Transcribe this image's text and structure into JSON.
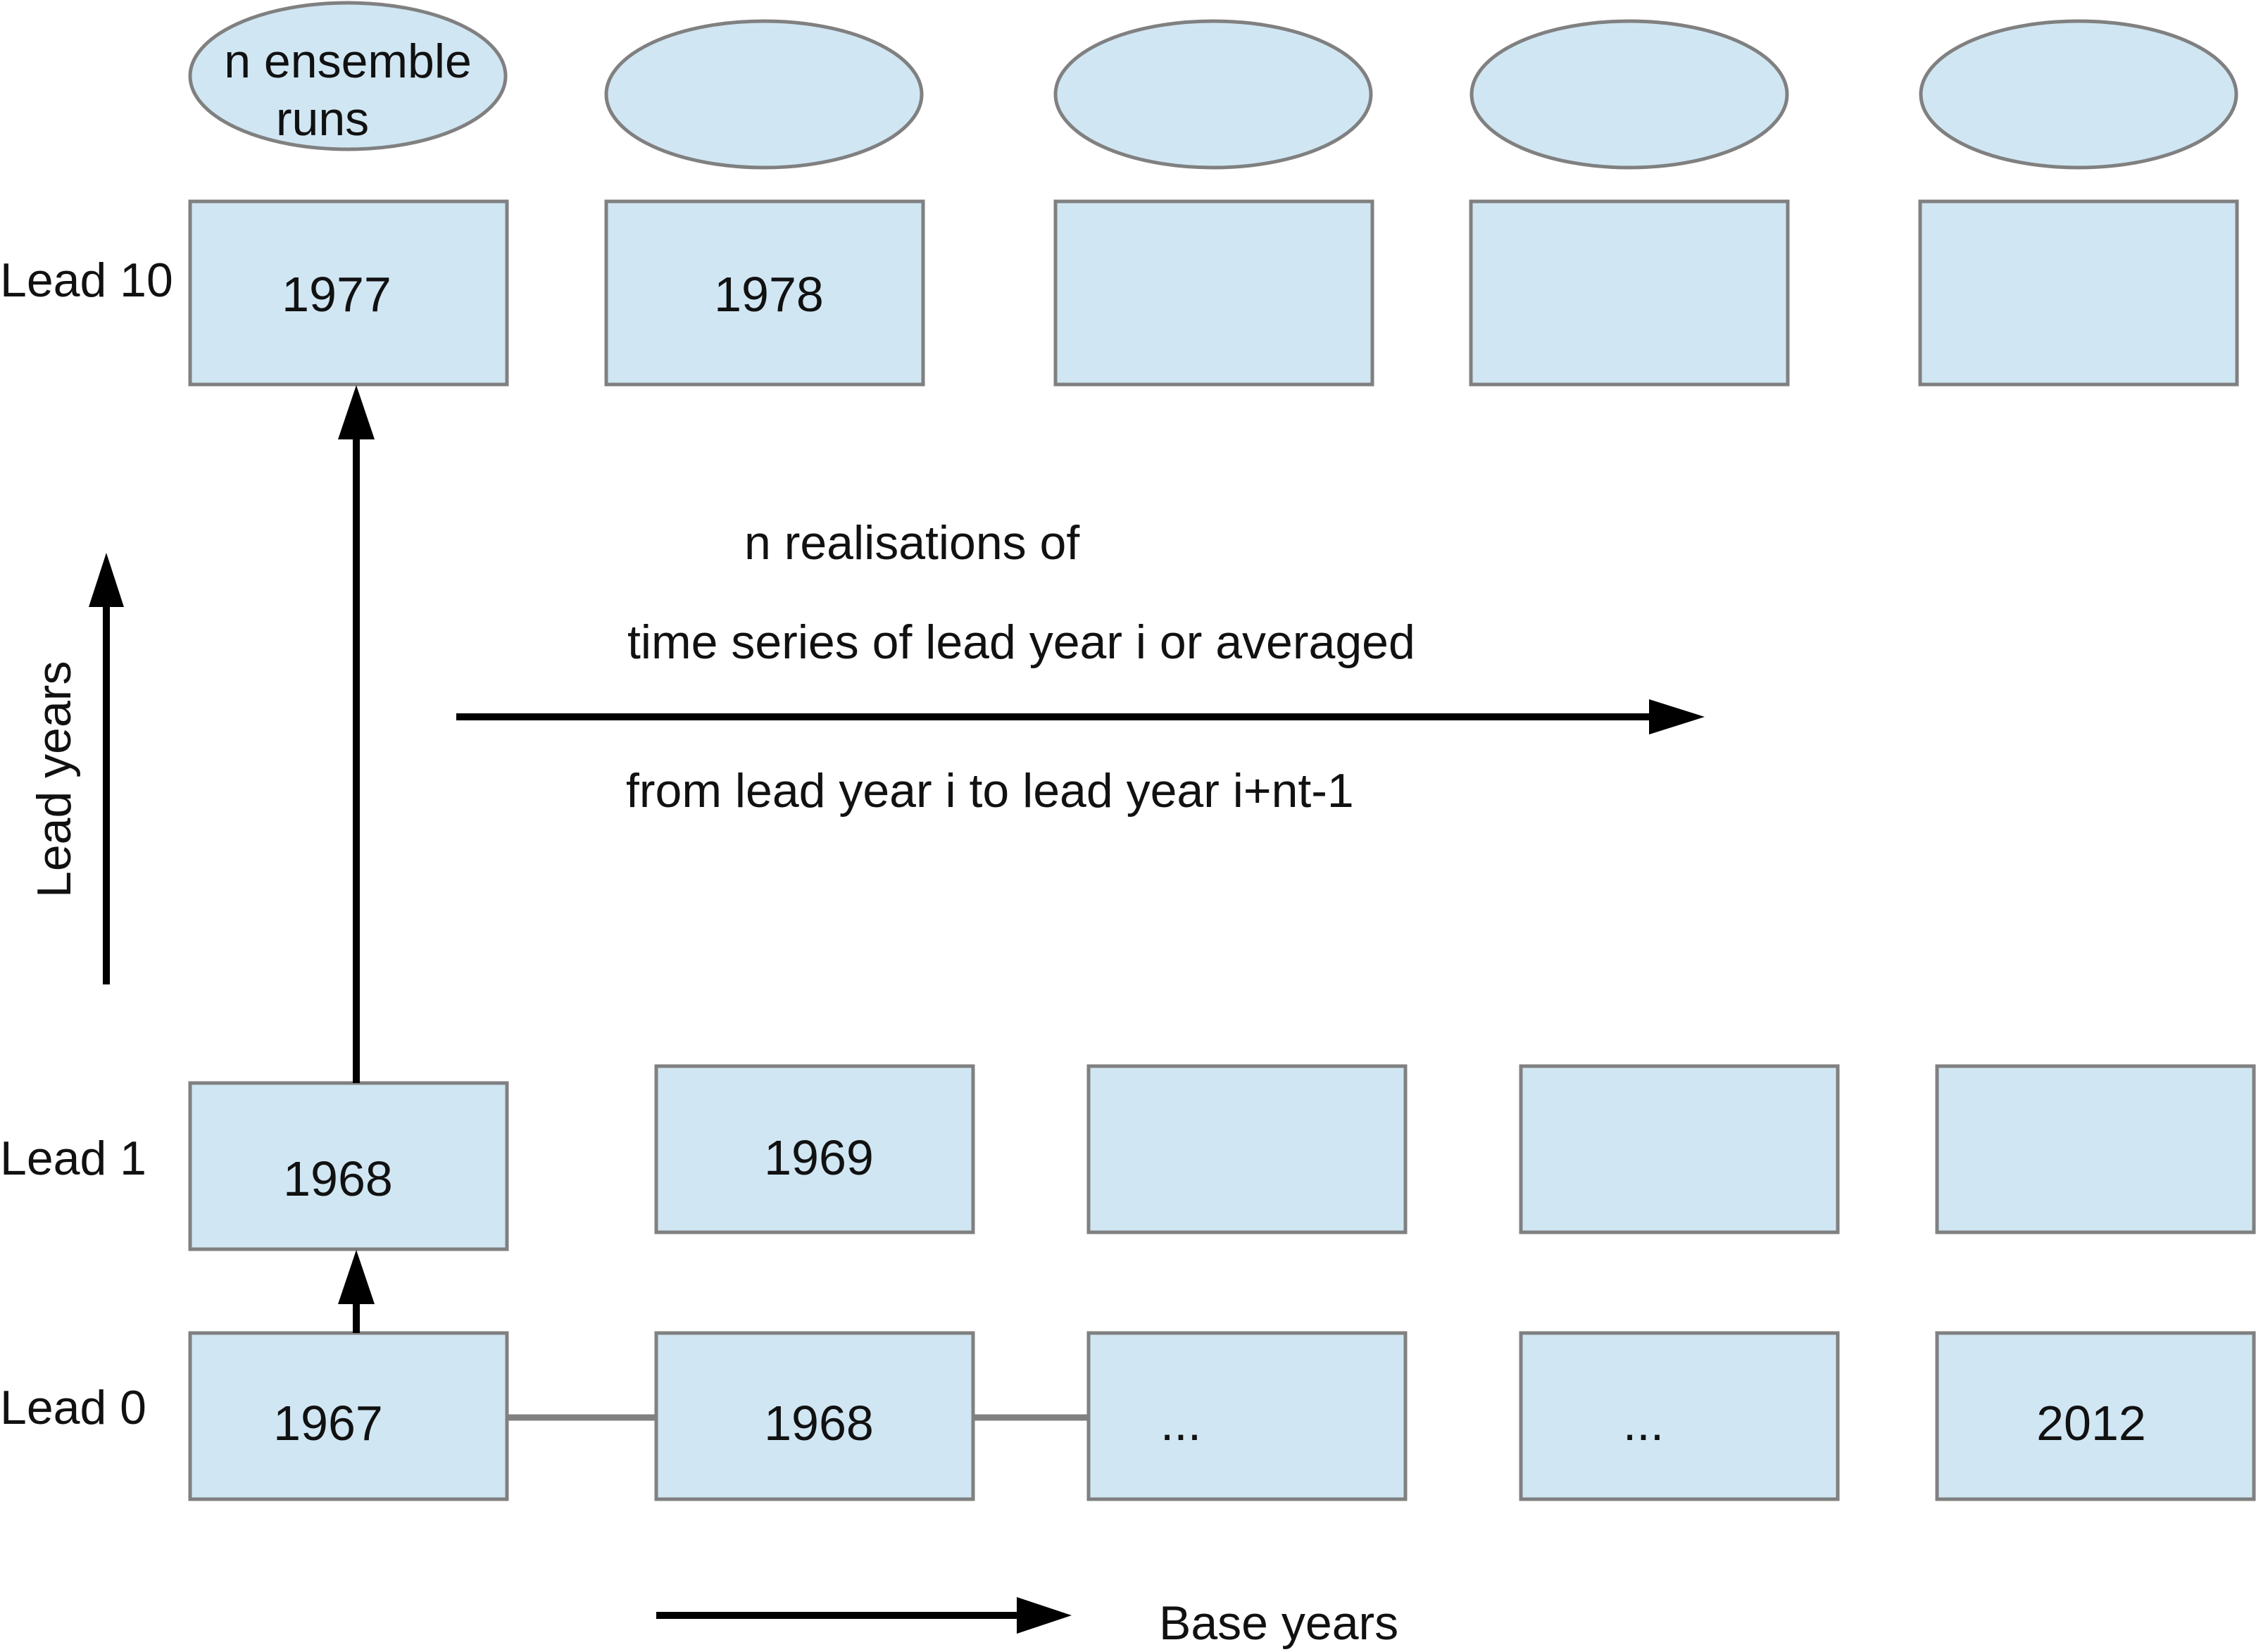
{
  "row_labels": {
    "lead10": "Lead 10",
    "lead1": "Lead 1",
    "lead0": "Lead 0"
  },
  "ensemble_label": {
    "line1": "n ensemble",
    "line2": "runs"
  },
  "rows": {
    "lead10": [
      "1977",
      "1978",
      "",
      "",
      ""
    ],
    "lead1": [
      "1968",
      "1969",
      "",
      "",
      ""
    ],
    "lead0": [
      "1967",
      "1968",
      "...",
      "...",
      "2012"
    ]
  },
  "axis_labels": {
    "lead_years": "Lead years",
    "base_years": "Base years"
  },
  "realisations_text": {
    "line1": "n realisations of",
    "line2": "time series of lead year i or averaged",
    "line3": "from lead year i to lead year i+nt-1"
  },
  "colors": {
    "box_fill": "#d0e6f3",
    "box_stroke": "#808080",
    "arrow": "#000000"
  }
}
